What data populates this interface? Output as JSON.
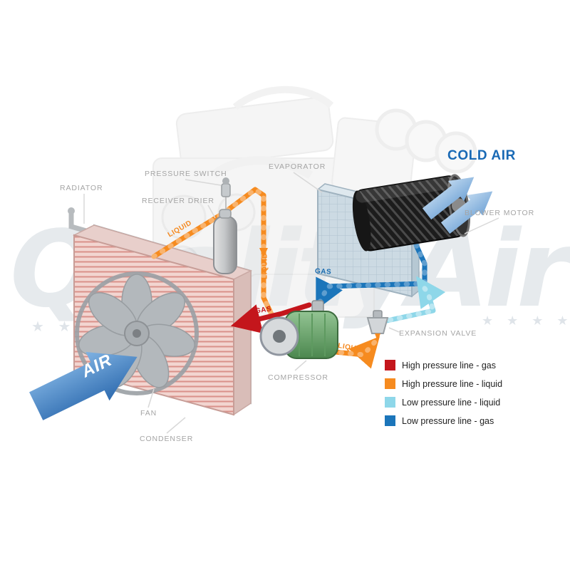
{
  "watermark": {
    "text": "QualityAir",
    "stars": "★ ★ ★ ★"
  },
  "labels": {
    "radiator": "RADIATOR",
    "pressure_switch": "PRESSURE SWITCH",
    "receiver_drier": "RECEIVER DRIER",
    "evaporator": "EVAPORATOR",
    "cold_air": "COLD AIR",
    "blower_motor": "BLOWER MOTOR",
    "expansion_valve": "EXPANSION VALVE",
    "compressor": "COMPRESSOR",
    "fan": "FAN",
    "condenser": "CONDENSER",
    "air": "AIR"
  },
  "line_labels": [
    {
      "text": "LIQUID",
      "color": "#f5891f"
    },
    {
      "text": "LIQUID",
      "color": "#f5891f"
    },
    {
      "text": "GAS",
      "color": "#1b6cb0"
    },
    {
      "text": "GAS",
      "color": "#c4161c"
    },
    {
      "text": "LIQUID",
      "color": "#f5891f"
    }
  ],
  "legend": [
    {
      "label": "High pressure line - gas",
      "color": "#c4161c"
    },
    {
      "label": "High pressure line - liquid",
      "color": "#f68b1f"
    },
    {
      "label": "Low pressure line - liquid",
      "color": "#8ed7e9"
    },
    {
      "label": "Low pressure line -  gas",
      "color": "#1b75ba"
    }
  ],
  "colors": {
    "cold_air_text": "#1a6ab5",
    "component_label": "#a5a5a5",
    "air_arrow": "#2f6cb0"
  }
}
